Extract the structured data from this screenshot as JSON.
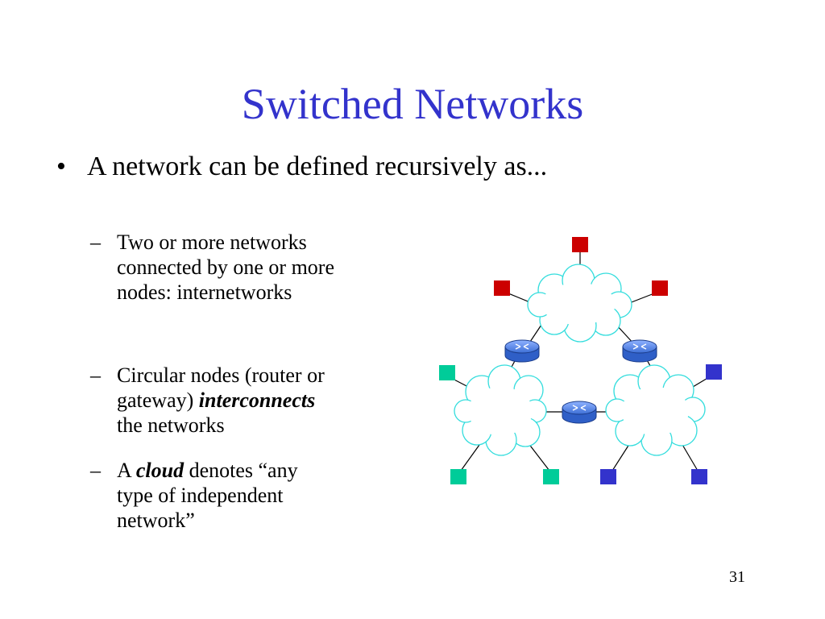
{
  "slide": {
    "title": "Switched Networks",
    "bullet_marker": "•",
    "bullet": "A network can be defined recursively as...",
    "dash": "–",
    "sub1": {
      "line1": "Two or more networks",
      "line2": "connected by one or more",
      "line3": "nodes: internetworks"
    },
    "sub2": {
      "line1": "Circular nodes (router or",
      "line2_pre": "gateway) ",
      "line2_em": "interconnects",
      "line3": "the networks"
    },
    "sub3": {
      "line1_pre": "A ",
      "line1_em": "cloud",
      "line1_post": " denotes “any",
      "line2": "type of independent",
      "line3": "network”"
    },
    "page_number": "31"
  },
  "diagram": {
    "colors": {
      "cloud_stroke": "#33dddd",
      "host_red": "#cc0000",
      "host_teal": "#00cc99",
      "host_blue": "#3333cc",
      "router_fill": "#3d6fd6",
      "line": "#000000"
    },
    "clouds": [
      "top-network",
      "bottom-left-network",
      "bottom-right-network"
    ],
    "routers": [
      "router-top-left",
      "router-top-right",
      "router-bottom-middle"
    ],
    "hosts": [
      {
        "name": "host-red-top",
        "color": "red"
      },
      {
        "name": "host-red-left",
        "color": "red"
      },
      {
        "name": "host-red-right",
        "color": "red"
      },
      {
        "name": "host-teal-top",
        "color": "teal"
      },
      {
        "name": "host-teal-bottom-left",
        "color": "teal"
      },
      {
        "name": "host-teal-bottom-right",
        "color": "teal"
      },
      {
        "name": "host-blue-top",
        "color": "blue"
      },
      {
        "name": "host-blue-bottom-left",
        "color": "blue"
      },
      {
        "name": "host-blue-bottom-right",
        "color": "blue"
      }
    ]
  }
}
